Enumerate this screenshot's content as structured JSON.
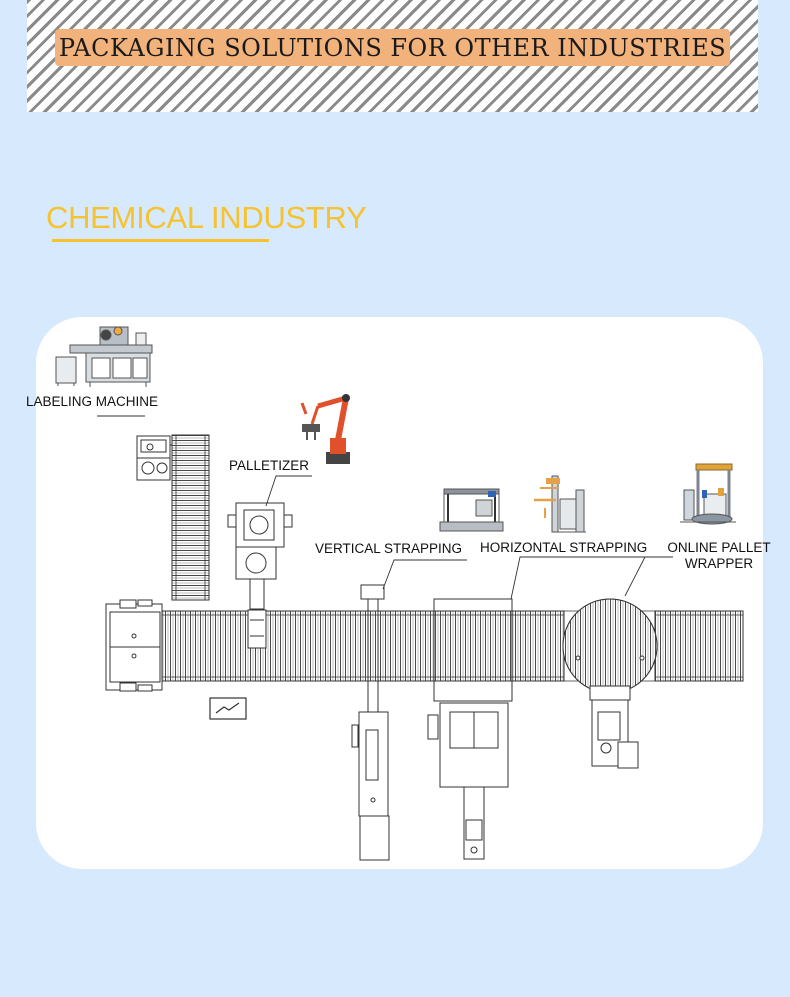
{
  "banner": {
    "title": "PACKAGING SOLUTIONS FOR OTHER INDUSTRIES"
  },
  "section": {
    "title": "CHEMICAL INDUSTRY"
  },
  "labels": {
    "labeling_machine": "LABELING MACHINE",
    "palletizer": "PALLETIZER",
    "vertical_strapping": "VERTICAL STRAPPING",
    "horizontal_strapping": "HORIZONTAL STRAPPING",
    "online_pallet_wrapper_line1": "ONLINE PALLET",
    "online_pallet_wrapper_line2": "WRAPPER"
  },
  "colors": {
    "background": "#d6e9fd",
    "banner_highlight": "#f1b27c",
    "section_title": "#f6c22e",
    "robot": "#e0502b"
  }
}
